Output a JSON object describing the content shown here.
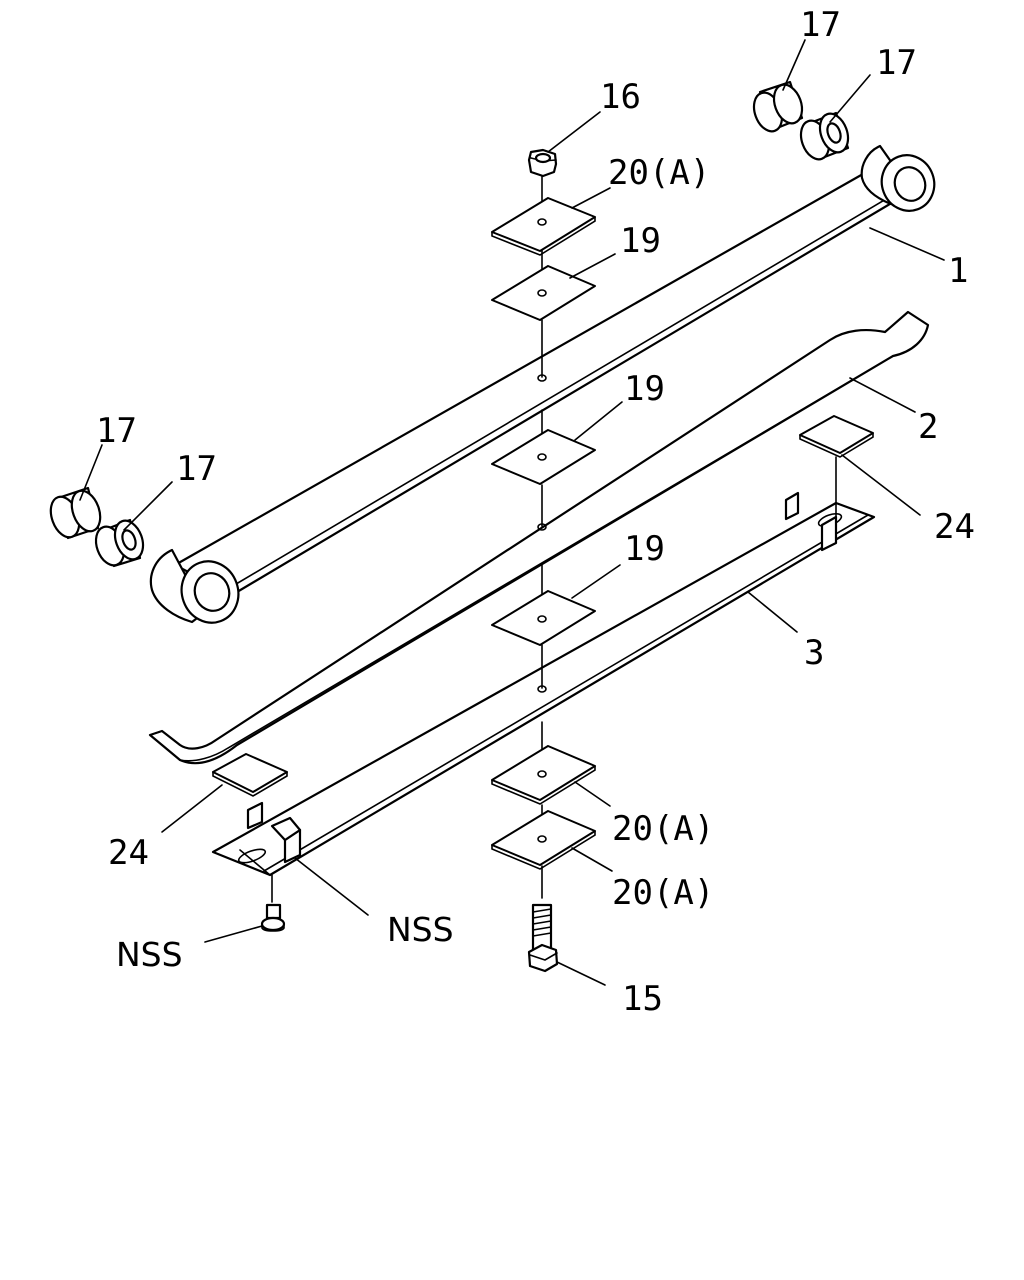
{
  "callouts": {
    "c1": "1",
    "c2": "2",
    "c3": "3",
    "c15": "15",
    "c16": "16",
    "c17a": "17",
    "c17b": "17",
    "c17c": "17",
    "c17d": "17",
    "c19a": "19",
    "c19b": "19",
    "c19c": "19",
    "c20a": "20(A)",
    "c20b": "20(A)",
    "c20c": "20(A)",
    "c24a": "24",
    "c24b": "24",
    "nss_a": "NSS",
    "nss_b": "NSS"
  },
  "colors": {
    "line": "#000000",
    "background": "#ffffff"
  }
}
